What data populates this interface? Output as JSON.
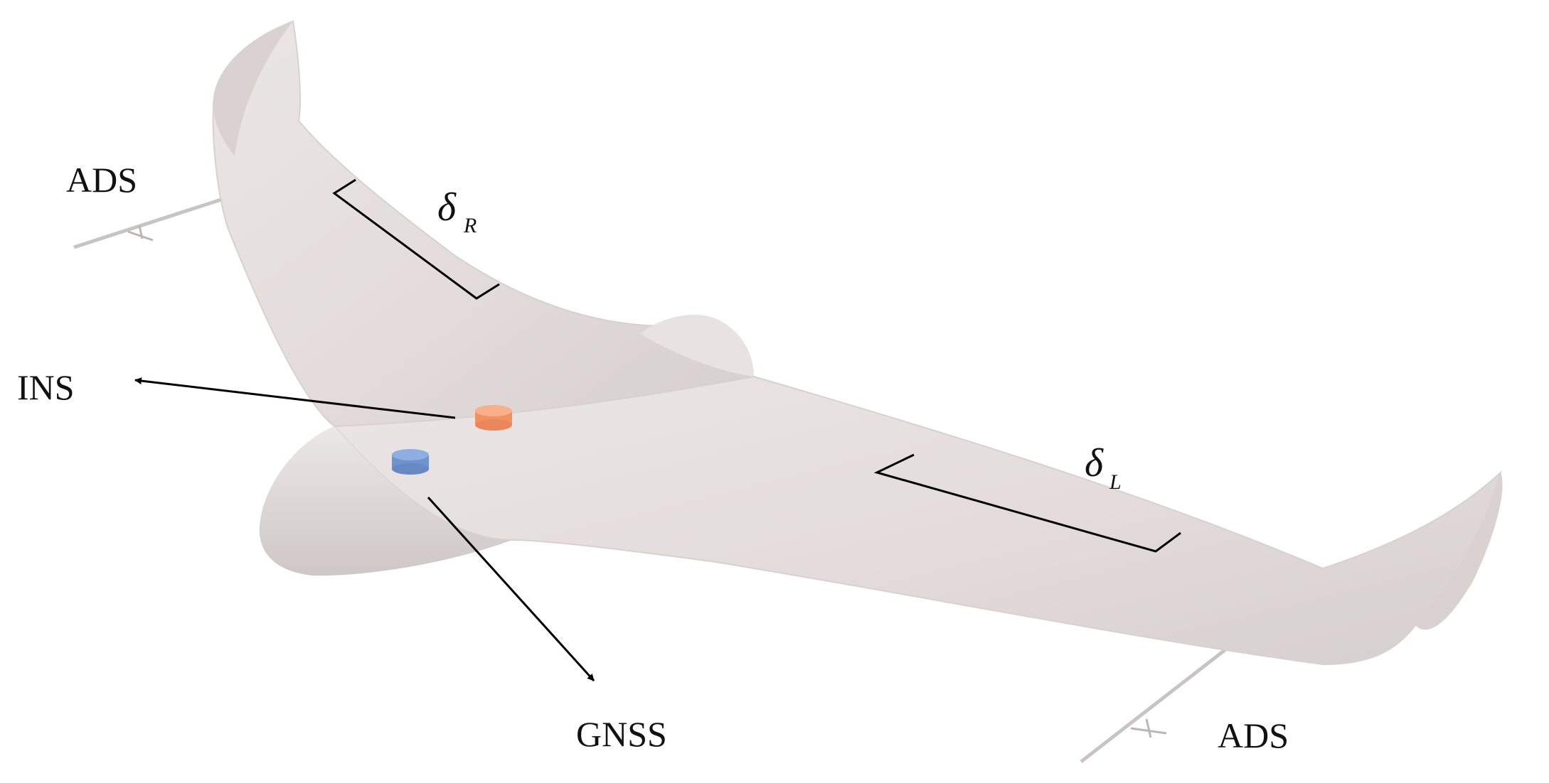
{
  "labels": {
    "ads_left": "ADS",
    "ads_right": "ADS",
    "ins": "INS",
    "gnss": "GNSS",
    "delta_right": {
      "symbol": "δ",
      "subscript": "R"
    },
    "delta_left": {
      "symbol": "δ",
      "subscript": "L"
    }
  },
  "colors": {
    "body": "#e6e0df",
    "body_shadow": "#d3cbca",
    "ins_sensor": "#f4a07a",
    "gnss_sensor": "#7c9fd8",
    "lines": "#000000"
  }
}
